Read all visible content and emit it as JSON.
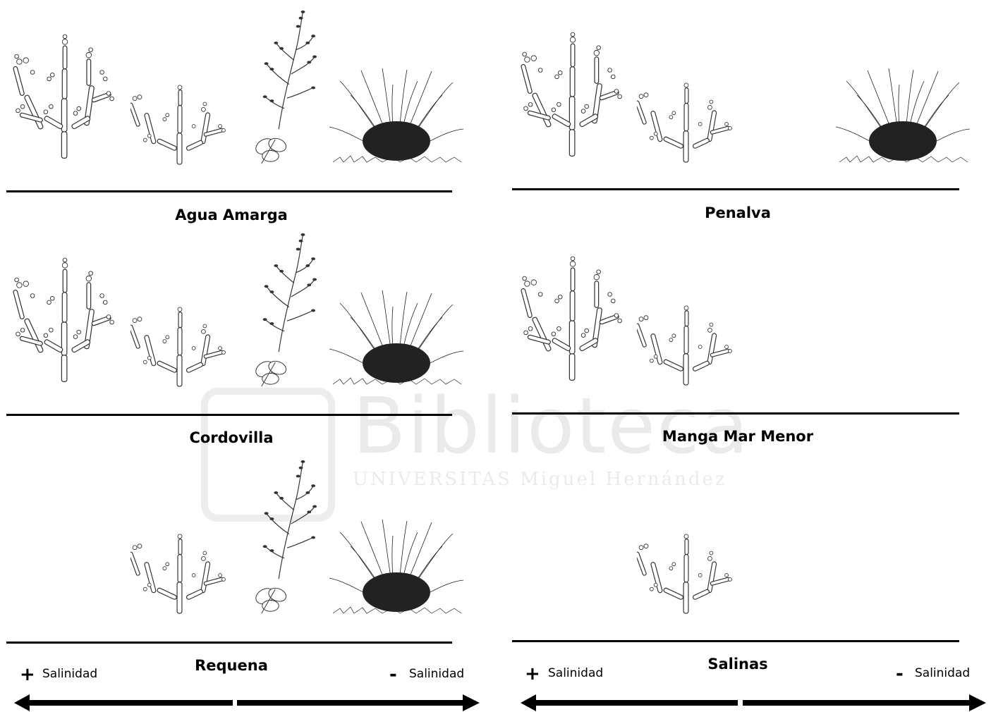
{
  "sites": {
    "agua_amarga": "Agua Amarga",
    "penalva": "Penalva",
    "cordovilla": "Cordovilla",
    "manga_mar_menor": "Manga Mar Menor",
    "requena": "Requena",
    "salinas": "Salinas"
  },
  "gradient": {
    "plus_sign": "+",
    "minus_sign": "-",
    "label": "Salinidad"
  },
  "watermark": {
    "title": "Biblioteca",
    "subtitle": "UNIVERSITAS Miguel Hernández"
  }
}
